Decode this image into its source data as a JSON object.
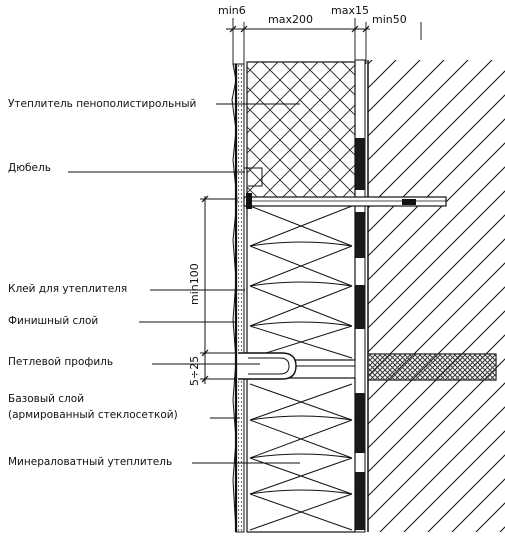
{
  "dimensions": {
    "min6": "min6",
    "max200": "max200",
    "max15": "max15",
    "min50": "min50",
    "min100": "min100",
    "gap": "5÷25"
  },
  "labels": {
    "insulation_eps": "Утеплитель пенополистирольный",
    "dowel": "Дюбель",
    "glue": "Клей для утеплителя",
    "finish": "Финишный слой",
    "loop_profile": "Петлевой профиль",
    "base_layer_1": "Базовый слой",
    "base_layer_2": "(армированный стеклосеткой)",
    "mineral_wool": "Минераловатный утеплитель"
  }
}
